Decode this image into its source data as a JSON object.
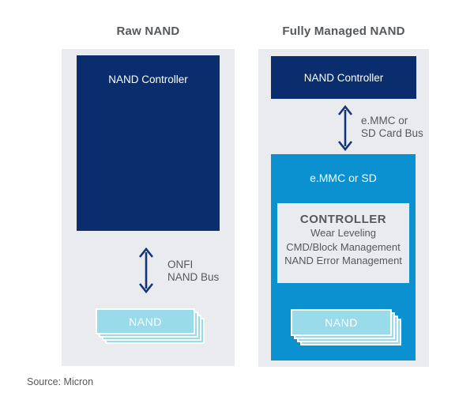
{
  "diagram": {
    "source_note": "Source: Micron",
    "colors": {
      "navy": "#0a2d6e",
      "bright_blue": "#0b90d0",
      "light_cyan": "#9adbea",
      "panel_gray": "#e9ebee",
      "text_gray": "#55585c",
      "arrow_navy": "#123577"
    },
    "left": {
      "title": "Raw NAND",
      "controller_label": "NAND Controller",
      "bus_label_line1": "ONFI",
      "bus_label_line2": "NAND Bus",
      "nand_label": "NAND"
    },
    "right": {
      "title": "Fully Managed NAND",
      "controller_label": "NAND Controller",
      "bus_label_line1": "e.MMC or",
      "bus_label_line2": "SD Card Bus",
      "emmc_label": "e.MMC or SD",
      "inner_controller_title": "CONTROLLER",
      "inner_controller_lines": [
        "Wear Leveling",
        "CMD/Block Management",
        "NAND Error Management"
      ],
      "nand_label": "NAND"
    }
  }
}
